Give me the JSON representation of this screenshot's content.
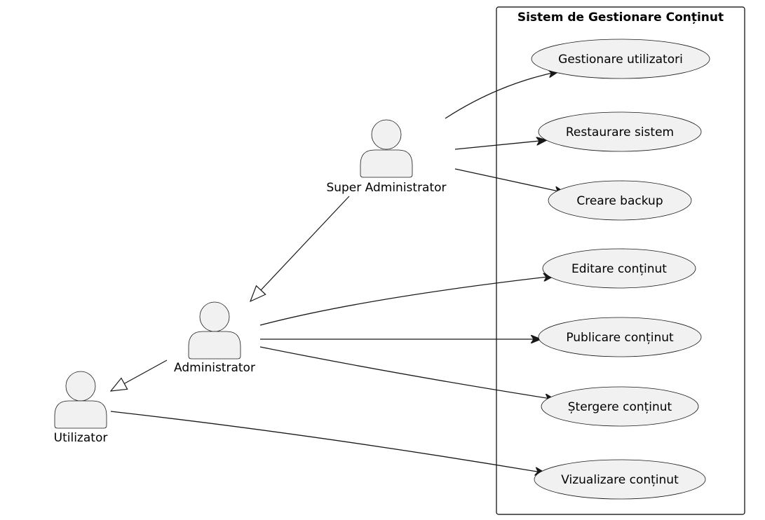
{
  "system": {
    "title": "Sistem de Gestionare Conținut"
  },
  "actors": [
    {
      "id": "super_admin",
      "label": "Super Administrator"
    },
    {
      "id": "admin",
      "label": "Administrator"
    },
    {
      "id": "user",
      "label": "Utilizator"
    }
  ],
  "use_cases": [
    {
      "id": "uc_users",
      "label": "Gestionare utilizatori"
    },
    {
      "id": "uc_restore",
      "label": "Restaurare sistem"
    },
    {
      "id": "uc_backup",
      "label": "Creare backup"
    },
    {
      "id": "uc_edit",
      "label": "Editare conținut"
    },
    {
      "id": "uc_publish",
      "label": "Publicare conținut"
    },
    {
      "id": "uc_delete",
      "label": "Ștergere conținut"
    },
    {
      "id": "uc_view",
      "label": "Vizualizare conținut"
    }
  ],
  "associations": [
    {
      "from": "super_admin",
      "to": "uc_users"
    },
    {
      "from": "super_admin",
      "to": "uc_restore"
    },
    {
      "from": "super_admin",
      "to": "uc_backup"
    },
    {
      "from": "admin",
      "to": "uc_edit"
    },
    {
      "from": "admin",
      "to": "uc_publish"
    },
    {
      "from": "admin",
      "to": "uc_delete"
    },
    {
      "from": "user",
      "to": "uc_view"
    }
  ],
  "generalizations": [
    {
      "child": "super_admin",
      "parent": "admin"
    },
    {
      "child": "admin",
      "parent": "user"
    }
  ],
  "colors": {
    "actor_fill": "#f1f1f1",
    "actor_stroke": "#181818",
    "usecase_fill": "#f1f1f1",
    "usecase_stroke": "#181818",
    "line": "#181818",
    "boundary_stroke": "#000000"
  }
}
